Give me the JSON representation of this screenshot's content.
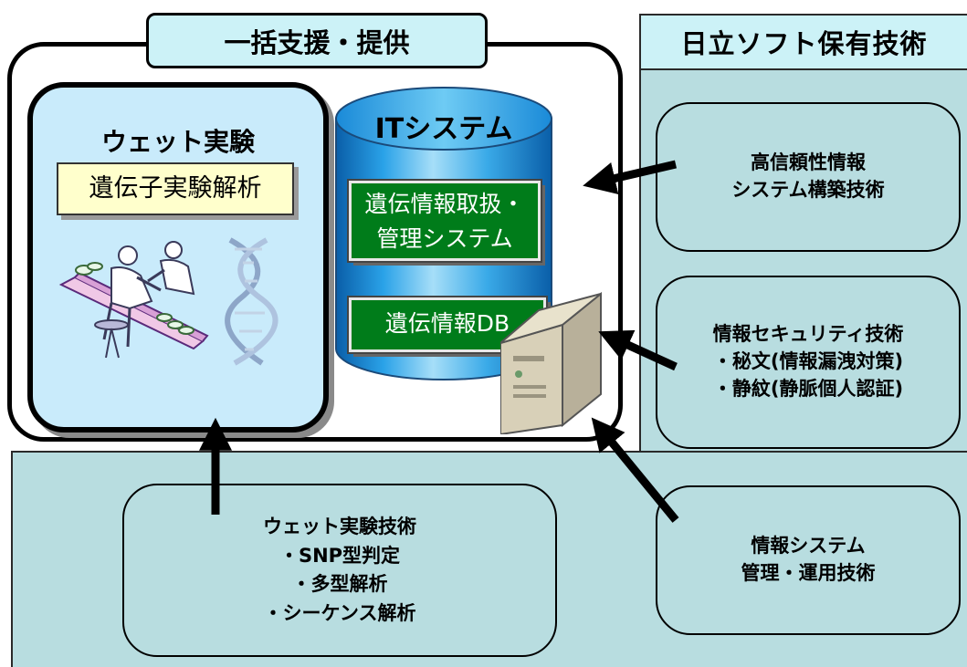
{
  "top_tag": "一括支援・提供",
  "right_header": "日立ソフト保有技術",
  "wet_panel": {
    "title": "ウェット実験",
    "subtitle": "遺伝子実験解析"
  },
  "it_system": {
    "title": "ITシステム",
    "management": [
      "遺伝情報取扱・",
      "管理システム"
    ],
    "db": "遺伝情報DB"
  },
  "tech_boxes": {
    "reliability": [
      "高信頼性情報",
      "システム構築技術"
    ],
    "security": [
      "情報セキュリティ技術",
      "・秘文(情報漏洩対策)",
      "・静紋(静脈個人認証)"
    ],
    "operation": [
      "情報システム",
      "管理・運用技術"
    ],
    "wet_tech": [
      "ウェット実験技術",
      "・SNP型判定",
      "・多型解析",
      "・シーケンス解析"
    ]
  },
  "icons": [
    "lab-researchers-icon",
    "dna-strand-icon",
    "server-icon"
  ],
  "colors": {
    "teal": "#b8dde0",
    "green": "#007c1a",
    "wet_panel": "#c9ebfb",
    "cylinder": "#1f9fe0",
    "tag": "#ccf2f7",
    "yellow": "#ffffcc"
  }
}
